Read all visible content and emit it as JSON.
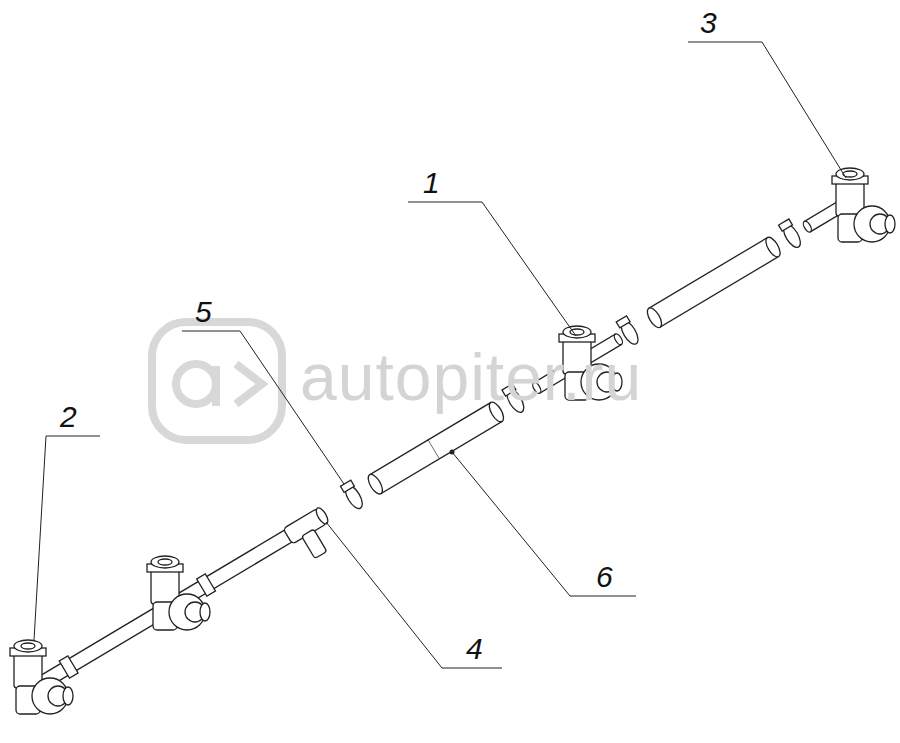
{
  "diagram": {
    "labels": [
      "3",
      "1",
      "5",
      "2",
      "6",
      "4",
      "autopiter.ru"
    ]
  }
}
